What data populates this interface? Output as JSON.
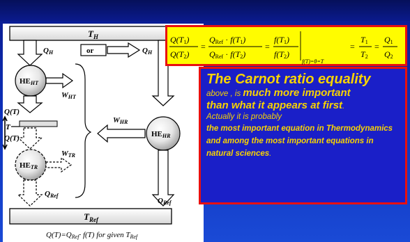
{
  "diagram": {
    "hot_reservoir": "T_H",
    "ref_reservoir": "T_Ref",
    "q_h_left": "Q_H",
    "q_h_right": "Q_H",
    "or_label": "or",
    "he_ht": "HE_HT",
    "w_ht": "W_HT",
    "w_hr": "W_HR",
    "he_hr": "HE_HR",
    "q_t_upper": "Q(T)",
    "t_label": "T",
    "q_t_lower": "Q(T)",
    "he_tr": "HE_TR",
    "w_tr": "W_TR",
    "q_ref_left": "Q_Ref",
    "q_ref_right": "Q_Ref",
    "caption": "Q(T)=Q_Ref·f(T) for given T_Ref"
  },
  "equation": {
    "text": "Q(T1)/Q(T2) = Q_Ref·f(T1)/Q_Ref·f(T2) = f(T1)/f(T2)|f(T)=θ=T = T1/T2 = Q1/Q2"
  },
  "textbox": {
    "heading": "The Carnot ratio equality",
    "line2a": "above , is ",
    "line2b": "much more important",
    "line3a": "than what it appears at first",
    "line3b": ".",
    "line4": "Actually it is probably",
    "line5": "the most important equation in Thermodynamics and among the most important equations in natural sciences",
    "line5end": "."
  },
  "colors": {
    "background": "#0d2fb8",
    "box_fill": "#1a1fc8",
    "box_border": "#e81010",
    "text_yellow": "#f8d300",
    "equation_fill": "#fffc00"
  }
}
